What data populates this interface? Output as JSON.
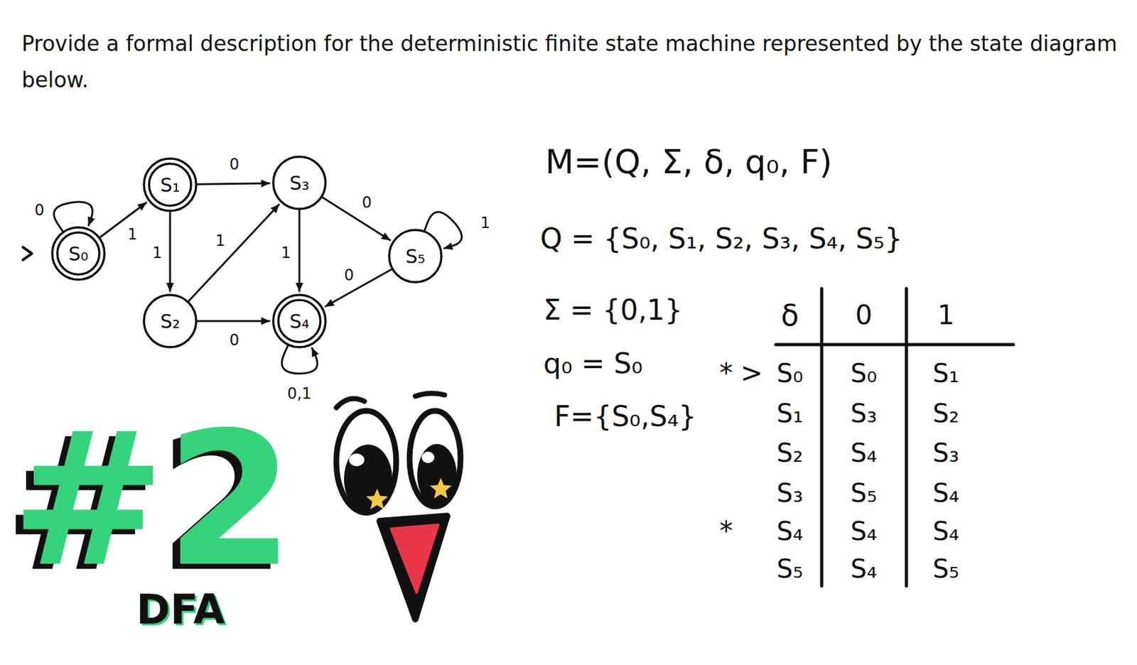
{
  "diagram": {
    "title": "Provide a formal description for the deterministic finite state machine represented by the state diagram below.",
    "nodes": [
      {
        "text": [
          "S₀"
        ]
      },
      {
        "text": [
          "S₁"
        ]
      },
      {
        "text": [
          "S₂"
        ]
      },
      {
        "text": [
          "S₃"
        ]
      },
      {
        "text": [
          "S₄"
        ]
      },
      {
        "text": [
          "S₅"
        ]
      }
    ],
    "edges": [
      {
        "from": 0,
        "to": 0,
        "label": "0",
        "arrow": "to"
      },
      {
        "from": 0,
        "to": 1,
        "label": "1",
        "arrow": "to"
      },
      {
        "from": 1,
        "to": 3,
        "label": "0",
        "arrow": "to"
      },
      {
        "from": 1,
        "to": 2,
        "label": "1",
        "arrow": "to"
      },
      {
        "from": 2,
        "to": 3,
        "label": "1",
        "arrow": "to"
      },
      {
        "from": 2,
        "to": 4,
        "label": "0",
        "arrow": "to"
      },
      {
        "from": 3,
        "to": 5,
        "label": "0",
        "arrow": "to"
      },
      {
        "from": 3,
        "to": 4,
        "label": "1",
        "arrow": "to"
      },
      {
        "from": 5,
        "to": 4,
        "label": "0",
        "arrow": "to"
      },
      {
        "from": 5,
        "to": 5,
        "label": "1",
        "arrow": "to"
      },
      {
        "from": 4,
        "to": 4,
        "label": "0,1",
        "arrow": "to"
      }
    ],
    "labels": [
      "M=(Q, Σ, δ, q₀, F)",
      "Q = {S₀, S₁, S₂, S₃, S₄, S₅}",
      "Σ = {0,1}",
      "q₀ = S₀",
      "F={S₀,S₄}",
      "δ",
      "0",
      "1",
      "*",
      ">",
      "S₀",
      "S₀",
      "S₁",
      "S₁",
      "S₃",
      "S₂",
      "S₂",
      "S₄",
      "S₃",
      "S₃",
      "S₅",
      "S₄",
      "*",
      "S₄",
      "S₄",
      "S₄",
      "S₅",
      "S₄",
      "S₅",
      "#2",
      "DFA"
    ]
  }
}
